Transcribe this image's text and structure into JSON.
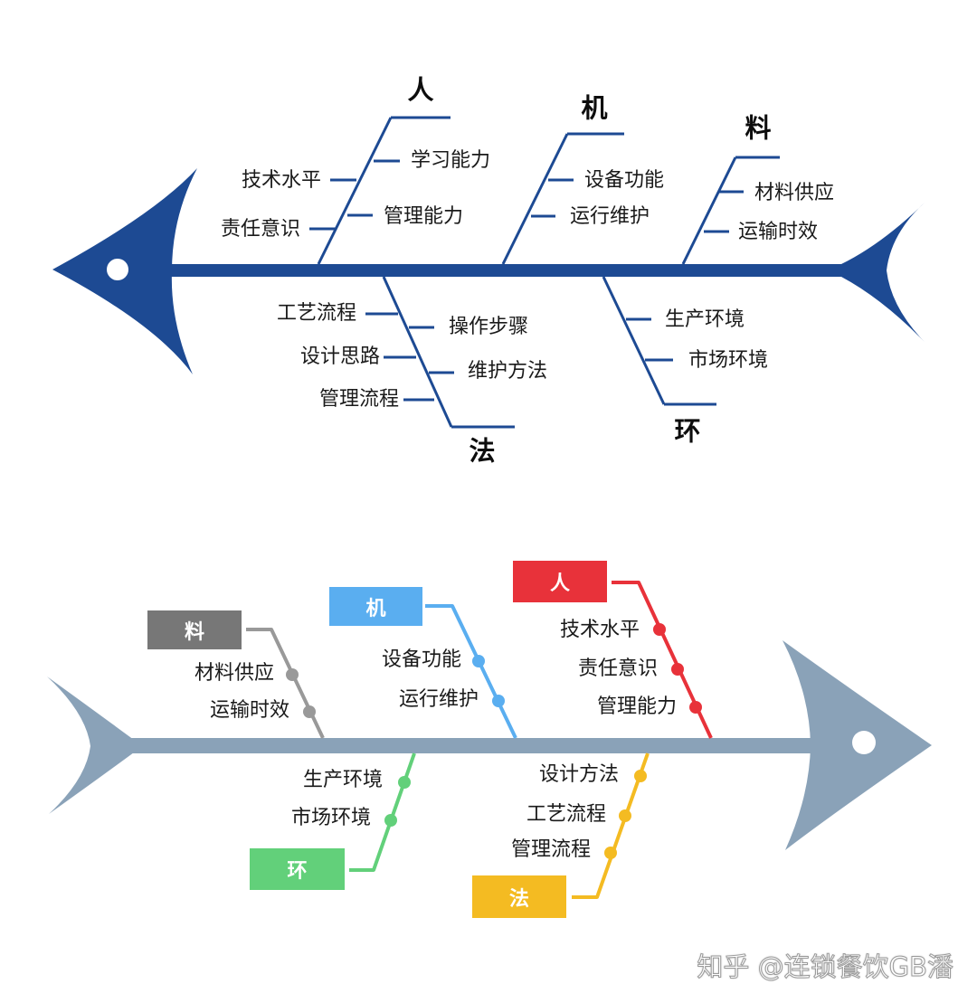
{
  "diagram1": {
    "color": "#1d4a93",
    "categories": {
      "ren": {
        "label": "人",
        "left_items": [
          "技术水平",
          "责任意识"
        ],
        "right_items": [
          "学习能力",
          "管理能力"
        ]
      },
      "ji": {
        "label": "机",
        "right_items": [
          "设备功能",
          "运行维护"
        ]
      },
      "liao": {
        "label": "料",
        "right_items": [
          "材料供应",
          "运输时效"
        ]
      },
      "fa": {
        "label": "法",
        "left_items": [
          "工艺流程",
          "设计思路",
          "管理流程"
        ],
        "right_items": [
          "操作步骤",
          "维护方法"
        ]
      },
      "huan": {
        "label": "环",
        "right_items": [
          "生产环境",
          "市场环境"
        ]
      }
    }
  },
  "diagram2": {
    "body_color": "#8aa2b8",
    "categories": {
      "liao": {
        "label": "料",
        "color": "#777777",
        "items": [
          "材料供应",
          "运输时效"
        ]
      },
      "ji": {
        "label": "机",
        "color": "#5aaef0",
        "items": [
          "设备功能",
          "运行维护"
        ]
      },
      "ren": {
        "label": "人",
        "color": "#e8323a",
        "items": [
          "技术水平",
          "责任意识",
          "管理能力"
        ]
      },
      "huan": {
        "label": "环",
        "color": "#62d07a",
        "items": [
          "生产环境",
          "市场环境"
        ]
      },
      "fa": {
        "label": "法",
        "color": "#f4bb22",
        "items": [
          "设计方法",
          "工艺流程",
          "管理流程"
        ]
      }
    }
  },
  "watermark": "知乎 @连锁餐饮GB潘"
}
